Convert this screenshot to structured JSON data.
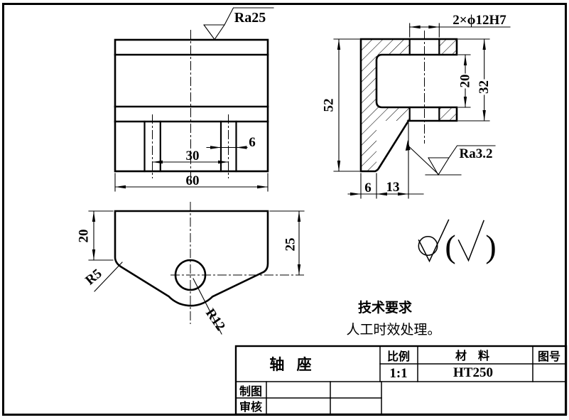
{
  "colors": {
    "line": "#000000",
    "background": "#ffffff"
  },
  "front_view": {
    "roughness": "Ra25",
    "dim_slot_width": "6",
    "dim_hole_spacing": "30",
    "dim_overall_width": "60"
  },
  "side_view": {
    "dim_overall_height": "52",
    "dim_holes": "2×ϕ12H7",
    "dim_slot_height": "20",
    "dim_flange_span": "32",
    "dim_wall_thickness": "6",
    "dim_rib_offset": "13",
    "roughness": "Ra3.2"
  },
  "top_view": {
    "dim_left_depth": "20",
    "dim_center_depth": "25",
    "radius_corner": "R5",
    "radius_bottom": "R12"
  },
  "surface_note": {
    "paren_open": "(",
    "paren_close": ")"
  },
  "tech_requirements": {
    "heading": "技术要求",
    "items": [
      "人工时效处理。"
    ]
  },
  "title_block": {
    "part_name": "轴 座",
    "scale_label": "比例",
    "scale_value": "1:1",
    "material_label": "材 料",
    "material_value": "HT250",
    "drawing_number_label": "图号",
    "drafted_label": "制图",
    "reviewed_label": "审核"
  }
}
